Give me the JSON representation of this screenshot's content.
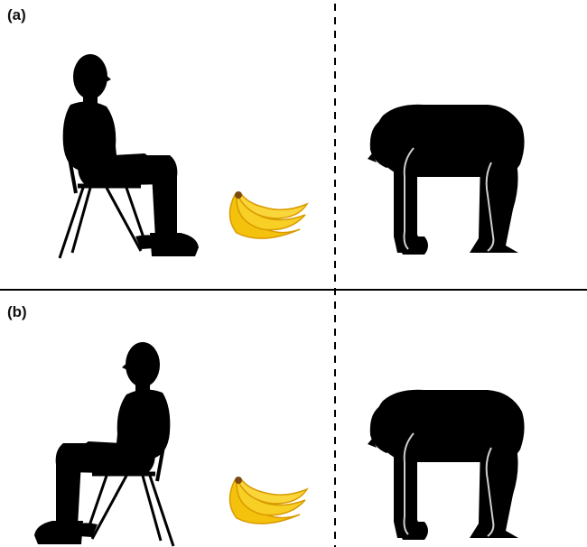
{
  "figure": {
    "panels": [
      {
        "label": "(a)",
        "person_facing": "right",
        "ape_facing": "left"
      },
      {
        "label": "(b)",
        "person_facing": "left",
        "ape_facing": "left"
      }
    ],
    "colors": {
      "silhouette": "#000000",
      "banana_fill": "#f4c20d",
      "banana_shade": "#d99a00",
      "banana_stem": "#7a4a12",
      "outline_highlight": "#cfcfcf",
      "divider": "#000000"
    },
    "icons": [
      "seated-person-icon",
      "banana-bunch-icon",
      "chimpanzee-icon",
      "chair-icon"
    ]
  }
}
